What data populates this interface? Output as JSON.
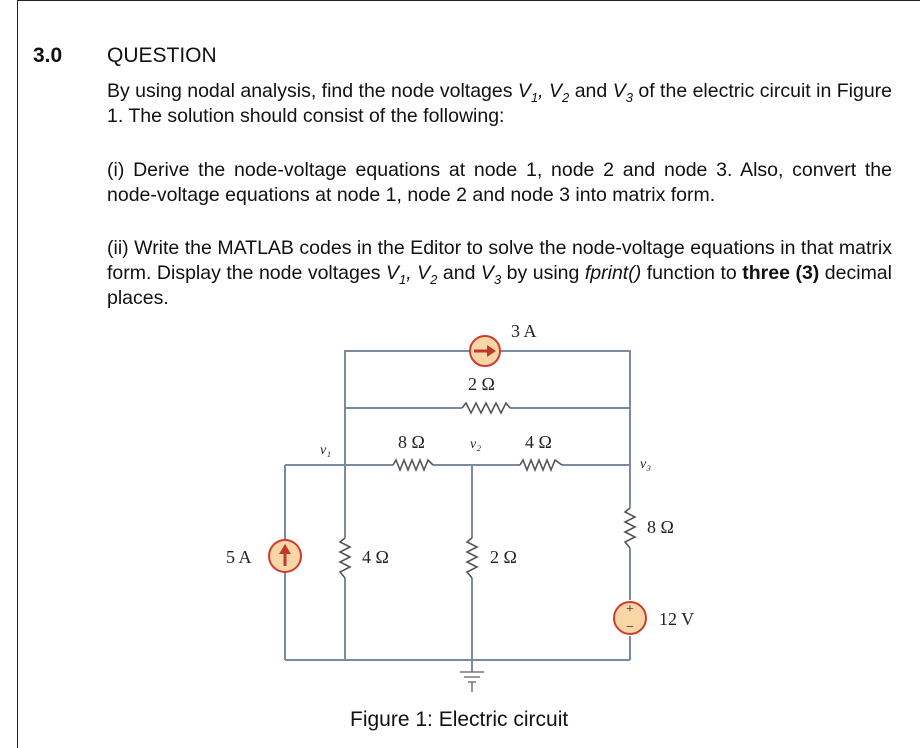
{
  "question": {
    "number": "3.0",
    "title": "QUESTION",
    "intro_pre": "By using nodal analysis, find the node voltages ",
    "intro_mid": " of the electric circuit in Figure 1. The solution should consist of the following:",
    "part1": "(i)   Derive the node-voltage equations at node 1, node 2 and node 3. Also, convert the node-voltage equations at node 1, node 2 and node 3 into matrix form.",
    "part2_pre": "(ii)   Write the MATLAB codes in the Editor to solve the node-voltage equations in that matrix form. Display the node voltages ",
    "part2_mid": " by using ",
    "part2_fn": "fprint()",
    "part2_mid2": " function to ",
    "part2_bold": "three (3)",
    "part2_post": " decimal places."
  },
  "vars": {
    "v1": "V",
    "s1": "1",
    "v2": "V",
    "s2": "2",
    "v3": "V",
    "s3": "3",
    "and": "and"
  },
  "circuit": {
    "top_source": "3 A",
    "top_resistor": "2 Ω",
    "r12": "8 Ω",
    "r23": "4 Ω",
    "node1": "v₁",
    "node2": "v₂",
    "node3": "v₃",
    "left_source": "5 A",
    "r1g": "4 Ω",
    "r2g": "2 Ω",
    "r3": "8 Ω",
    "vsource": "12 V"
  },
  "caption": "Figure 1: Electric circuit",
  "colors": {
    "wire": "#7a8aa0",
    "source_fill": "#f9d6a8",
    "source_ring": "#d23b2b"
  }
}
